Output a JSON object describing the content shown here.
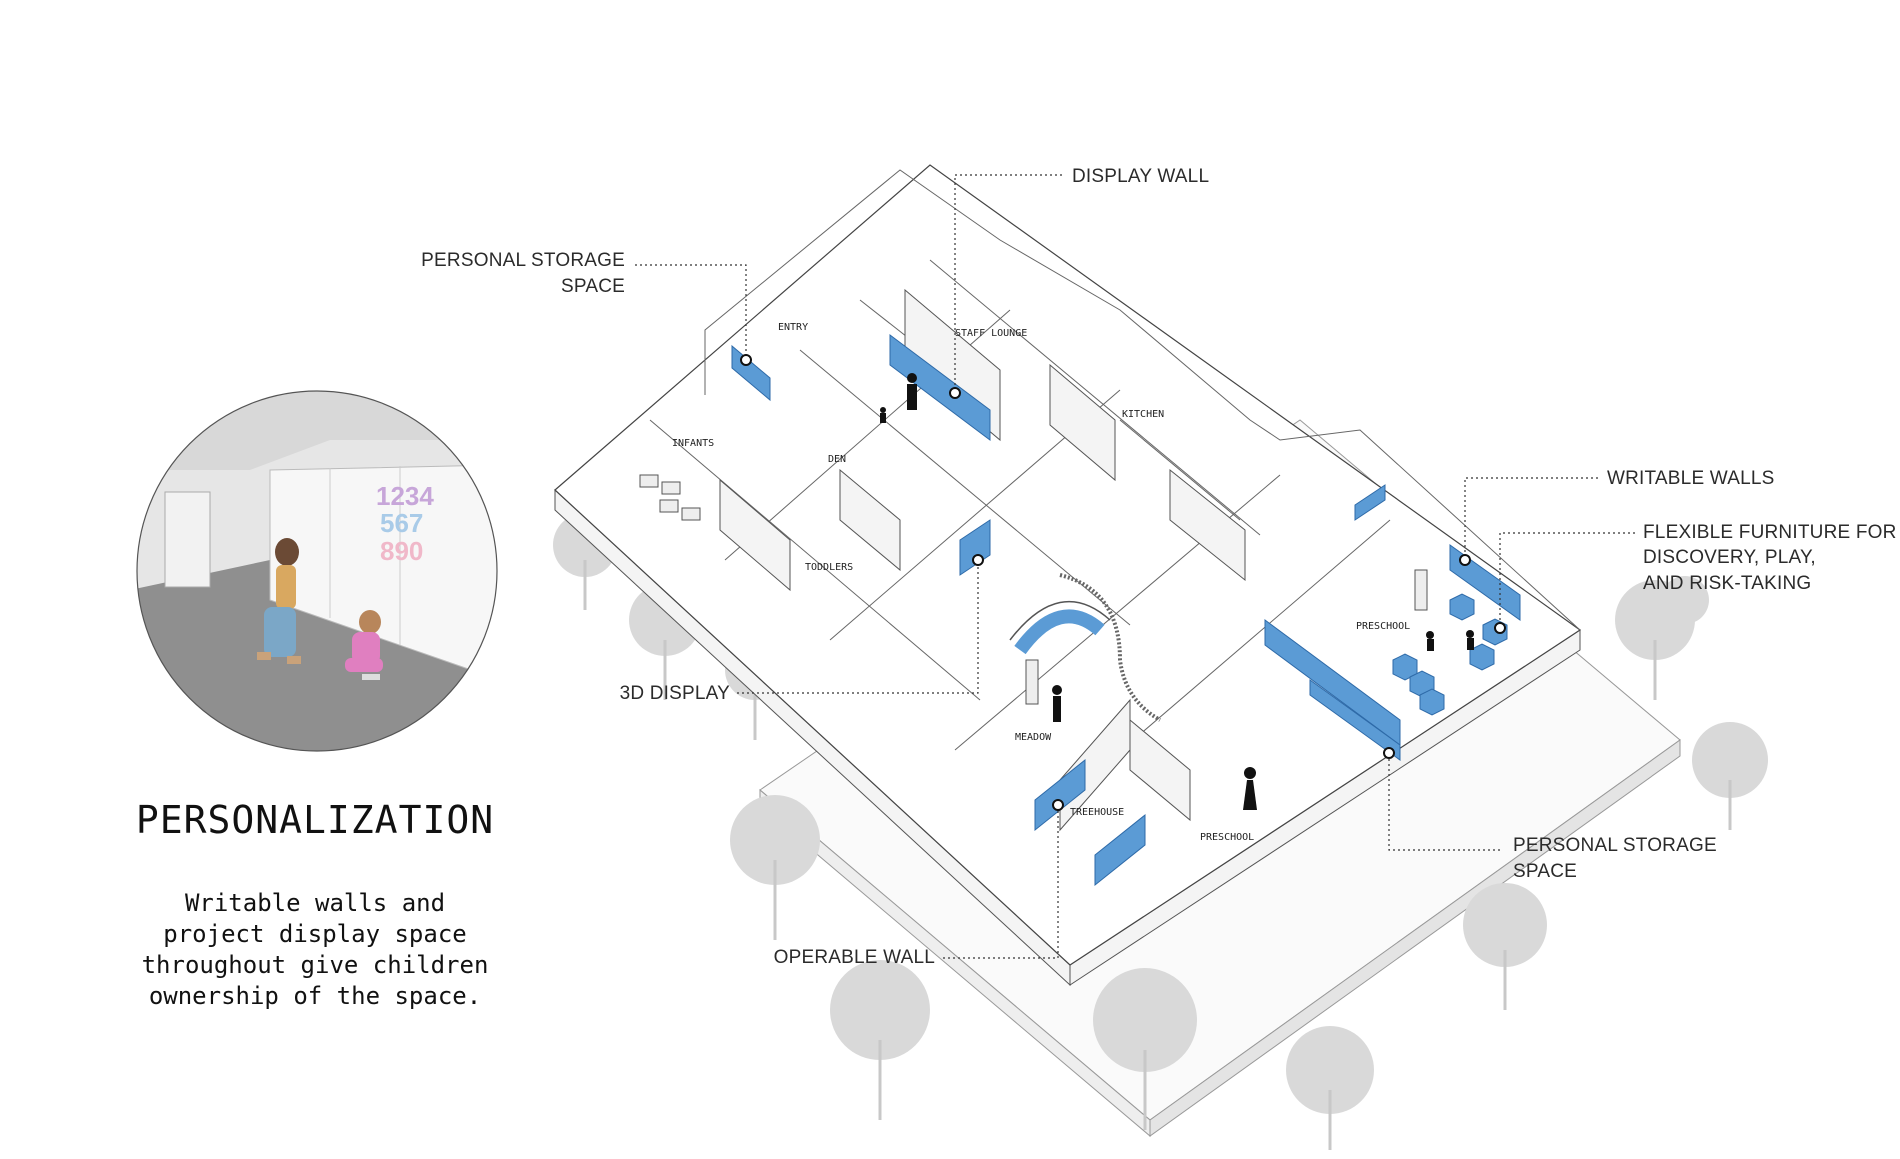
{
  "callouts": {
    "display_wall": "DISPLAY WALL",
    "personal_storage_top_1": "PERSONAL STORAGE",
    "personal_storage_top_2": "SPACE",
    "writable_walls": "WRITABLE WALLS",
    "flexible_1": "FLEXIBLE FURNITURE FOR",
    "flexible_2": "DISCOVERY, PLAY,",
    "flexible_3": "AND RISK-TAKING",
    "display_3d": "3D DISPLAY",
    "personal_storage_bottom_1": "PERSONAL STORAGE",
    "personal_storage_bottom_2": "SPACE",
    "operable_wall": "OPERABLE WALL"
  },
  "rooms": {
    "entry": "ENTRY",
    "staff_lounge": "STAFF LOUNGE",
    "kitchen": "KITCHEN",
    "infants": "INFANTS",
    "den": "DEN",
    "toddlers": "TODDLERS",
    "preschool_right": "PRESCHOOL",
    "meadow": "MEADOW",
    "treehouse": "TREEHOUSE",
    "preschool_bottom": "PRESCHOOL"
  },
  "inset": {
    "wall_numbers_1": "1234",
    "wall_numbers_2": "567",
    "wall_numbers_3": "890"
  },
  "section": {
    "title": "PERSONALIZATION",
    "description": "Writable walls and\nproject display space\nthroughout give children\nownership of the space."
  },
  "colors": {
    "accent_blue": "#5b9bd5",
    "line": "#333333",
    "tree_gray": "#d9d9d9"
  }
}
